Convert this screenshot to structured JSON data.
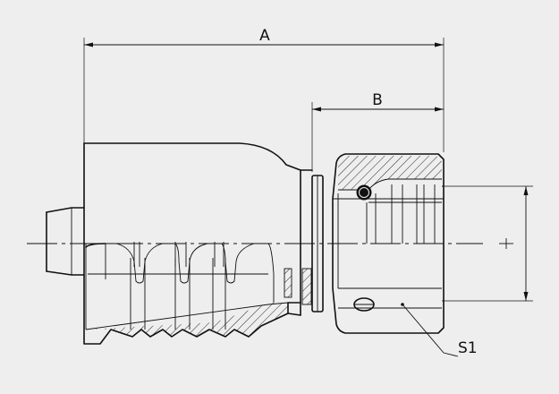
{
  "labels": {
    "dim_a": "A",
    "dim_b": "B",
    "dim_s1": "S1"
  },
  "colors": {
    "background": "#eeeeee",
    "line": "#111111"
  }
}
